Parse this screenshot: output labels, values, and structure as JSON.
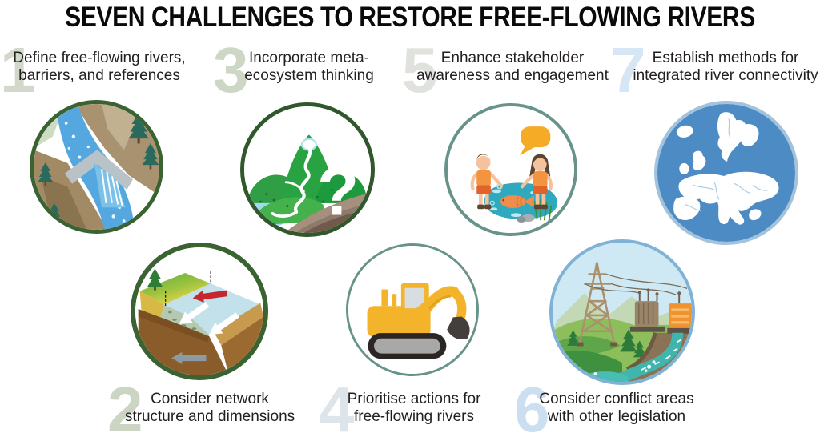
{
  "title": "SEVEN CHALLENGES TO RESTORE FREE-FLOWING RIVERS",
  "challenges": [
    {
      "number": "1",
      "line1": "Define free-flowing rivers,",
      "line2": "barriers, and references",
      "icon": "river-with-barrier"
    },
    {
      "number": "2",
      "line1": "Consider network",
      "line2": "structure and dimensions",
      "icon": "river-channel-cross-section"
    },
    {
      "number": "3",
      "line1": "Incorporate meta-",
      "line2": "ecosystem thinking",
      "icon": "mountain-ecosystem-question"
    },
    {
      "number": "4",
      "line1": "Prioritise actions for",
      "line2": "free-flowing rivers",
      "icon": "excavator"
    },
    {
      "number": "5",
      "line1": "Enhance stakeholder",
      "line2": "awareness and engagement",
      "icon": "people-dialogue-pond"
    },
    {
      "number": "6",
      "line1": "Consider conflict areas",
      "line2": "with other legislation",
      "icon": "hydropower-infrastructure"
    },
    {
      "number": "7",
      "line1": "Establish methods for",
      "line2": "integrated river connectivity",
      "icon": "europe-rivers-map"
    }
  ],
  "colors": {
    "number_pale_green": "#d2d8c9",
    "number_pale_blue": "#cfe1f1",
    "text": "#231f20",
    "circle_border_dark_green": "#3a6233",
    "circle_border_teal": "#67938a",
    "circle_border_light_blue": "#8fb9d8"
  }
}
